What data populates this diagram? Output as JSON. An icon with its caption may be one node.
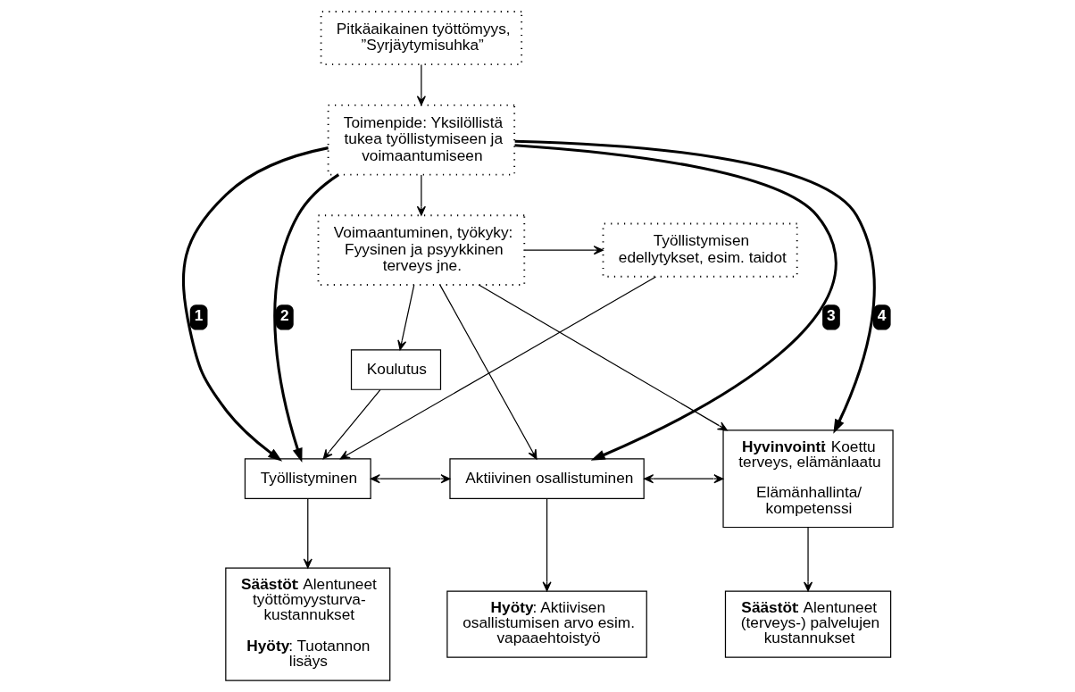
{
  "diagram": {
    "nodes": [
      {
        "text": [
          "Pitkäaikainen työttömyys, ”Syrjäytymisuhka”"
        ]
      },
      {
        "text": [
          "Toimenpide: Yksilöllistä tukea työllistymiseen ja voimaantumiseen"
        ]
      },
      {
        "text": [
          "Työllistymisen edellytykset, esim. taidot"
        ]
      },
      {
        "text": [
          "Voimaantuminen, työkyky: Fyysinen ja psyykkinen terveys jne."
        ]
      },
      {
        "text": [
          "Koulutus"
        ]
      },
      {
        "text": [
          "Työllistyminen"
        ]
      },
      {
        "text": [
          "Aktiivinen osallistuminen"
        ]
      },
      {
        "text": [
          "**Hyvinvointi**: Koettu terveys, elämänlaatu",
          "Elämänhallinta/ kompetenssi"
        ]
      },
      {
        "text": [
          "**Säästöt**: Alentuneet (terveys-) palvelujen kustannukset"
        ]
      },
      {
        "text": [
          "**Säästöt**: Alentuneet työttömyysturva- kustannukset",
          "**Hyöty**: Tuotannon lisäys"
        ]
      },
      {
        "text": [
          "**Hyöty**: Aktiivisen osallistumisen arvo esim. vapaaehtoistyö"
        ]
      }
    ],
    "edges": [
      {
        "from": 0,
        "to": 1,
        "arrow": "to"
      },
      {
        "from": 1,
        "to": 3,
        "arrow": "to"
      },
      {
        "from": 3,
        "to": 2,
        "arrow": "to"
      },
      {
        "from": 3,
        "to": 4,
        "arrow": "to"
      },
      {
        "from": 3,
        "to": 7,
        "arrow": "to"
      },
      {
        "from": 7,
        "to": 8,
        "arrow": "to"
      },
      {
        "from": 2,
        "to": 5,
        "arrow": "to"
      },
      {
        "from": 4,
        "to": 5,
        "arrow": "to"
      },
      {
        "from": 3,
        "to": 6,
        "arrow": "to"
      },
      {
        "from": 1,
        "to": 5,
        "arrow": "to",
        "label": "1",
        "style": "thick"
      },
      {
        "from": 1,
        "to": 5,
        "arrow": "to",
        "label": "2",
        "style": "thick"
      },
      {
        "from": 1,
        "to": 6,
        "arrow": "to",
        "label": "3",
        "style": "thick"
      },
      {
        "from": 1,
        "to": 7,
        "arrow": "to",
        "label": "4",
        "style": "thick"
      },
      {
        "from": 5,
        "to": 6,
        "arrow": "both"
      },
      {
        "from": 6,
        "to": 7,
        "arrow": "both"
      },
      {
        "from": 5,
        "to": 9,
        "arrow": "to"
      },
      {
        "from": 6,
        "to": 10,
        "arrow": "to"
      }
    ]
  }
}
